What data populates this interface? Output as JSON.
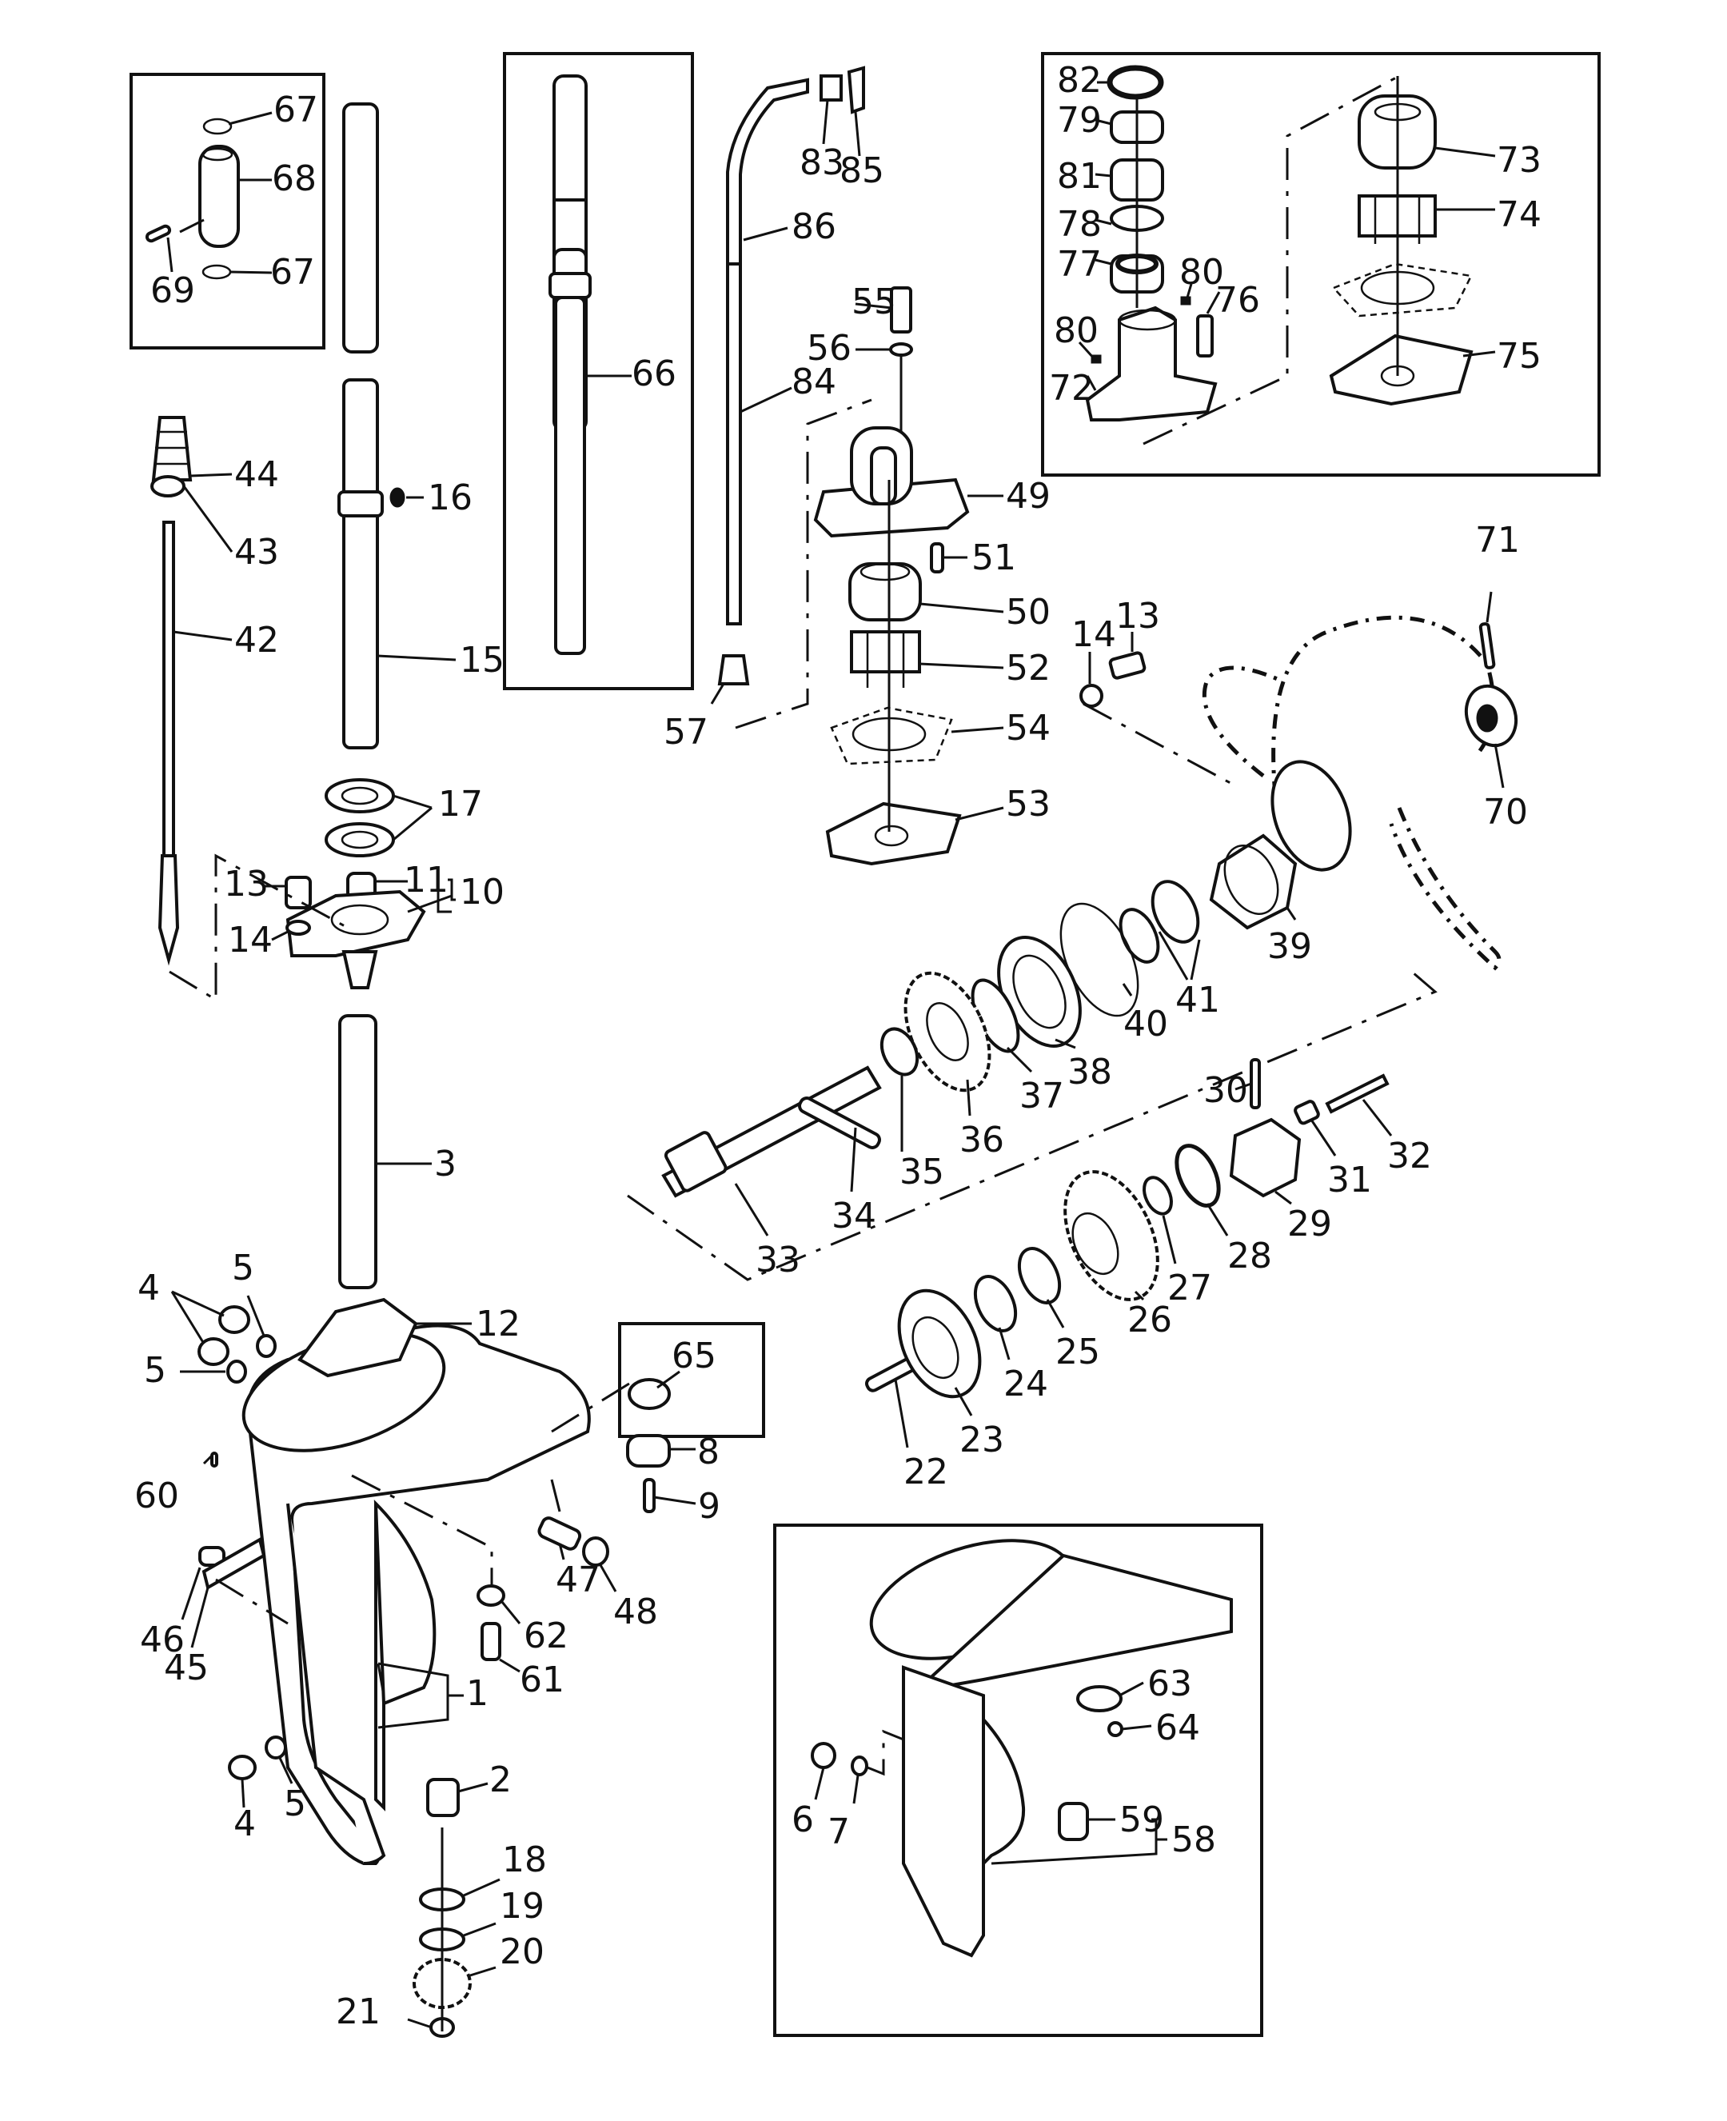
{
  "diagram": {
    "title": "Lower unit exploded parts diagram",
    "callouts": [
      {
        "id": "c1",
        "text": "1"
      },
      {
        "id": "c2",
        "text": "2"
      },
      {
        "id": "c3",
        "text": "3"
      },
      {
        "id": "c4a",
        "text": "4"
      },
      {
        "id": "c4b",
        "text": "4"
      },
      {
        "id": "c5a",
        "text": "5"
      },
      {
        "id": "c5b",
        "text": "5"
      },
      {
        "id": "c5c",
        "text": "5"
      },
      {
        "id": "c6",
        "text": "6"
      },
      {
        "id": "c7",
        "text": "7"
      },
      {
        "id": "c8",
        "text": "8"
      },
      {
        "id": "c9",
        "text": "9"
      },
      {
        "id": "c10",
        "text": "10"
      },
      {
        "id": "c11",
        "text": "11"
      },
      {
        "id": "c12",
        "text": "12"
      },
      {
        "id": "c13a",
        "text": "13"
      },
      {
        "id": "c13b",
        "text": "13"
      },
      {
        "id": "c14a",
        "text": "14"
      },
      {
        "id": "c14b",
        "text": "14"
      },
      {
        "id": "c15",
        "text": "15"
      },
      {
        "id": "c16",
        "text": "16"
      },
      {
        "id": "c17",
        "text": "17"
      },
      {
        "id": "c18",
        "text": "18"
      },
      {
        "id": "c19",
        "text": "19"
      },
      {
        "id": "c20",
        "text": "20"
      },
      {
        "id": "c21",
        "text": "21"
      },
      {
        "id": "c22",
        "text": "22"
      },
      {
        "id": "c23",
        "text": "23"
      },
      {
        "id": "c24",
        "text": "24"
      },
      {
        "id": "c25",
        "text": "25"
      },
      {
        "id": "c26",
        "text": "26"
      },
      {
        "id": "c27",
        "text": "27"
      },
      {
        "id": "c28",
        "text": "28"
      },
      {
        "id": "c29",
        "text": "29"
      },
      {
        "id": "c30",
        "text": "30"
      },
      {
        "id": "c31",
        "text": "31"
      },
      {
        "id": "c32",
        "text": "32"
      },
      {
        "id": "c33",
        "text": "33"
      },
      {
        "id": "c34",
        "text": "34"
      },
      {
        "id": "c35",
        "text": "35"
      },
      {
        "id": "c36",
        "text": "36"
      },
      {
        "id": "c37",
        "text": "37"
      },
      {
        "id": "c38",
        "text": "38"
      },
      {
        "id": "c39",
        "text": "39"
      },
      {
        "id": "c40",
        "text": "40"
      },
      {
        "id": "c41",
        "text": "41"
      },
      {
        "id": "c42",
        "text": "42"
      },
      {
        "id": "c43",
        "text": "43"
      },
      {
        "id": "c44",
        "text": "44"
      },
      {
        "id": "c45",
        "text": "45"
      },
      {
        "id": "c46",
        "text": "46"
      },
      {
        "id": "c47",
        "text": "47"
      },
      {
        "id": "c48",
        "text": "48"
      },
      {
        "id": "c49",
        "text": "49"
      },
      {
        "id": "c50",
        "text": "50"
      },
      {
        "id": "c51",
        "text": "51"
      },
      {
        "id": "c52",
        "text": "52"
      },
      {
        "id": "c53",
        "text": "53"
      },
      {
        "id": "c54",
        "text": "54"
      },
      {
        "id": "c55",
        "text": "55"
      },
      {
        "id": "c56",
        "text": "56"
      },
      {
        "id": "c57",
        "text": "57"
      },
      {
        "id": "c58",
        "text": "58"
      },
      {
        "id": "c59",
        "text": "59"
      },
      {
        "id": "c60",
        "text": "60"
      },
      {
        "id": "c61",
        "text": "61"
      },
      {
        "id": "c62",
        "text": "62"
      },
      {
        "id": "c63",
        "text": "63"
      },
      {
        "id": "c64",
        "text": "64"
      },
      {
        "id": "c65",
        "text": "65"
      },
      {
        "id": "c66",
        "text": "66"
      },
      {
        "id": "c67a",
        "text": "67"
      },
      {
        "id": "c67b",
        "text": "67"
      },
      {
        "id": "c68",
        "text": "68"
      },
      {
        "id": "c69",
        "text": "69"
      },
      {
        "id": "c70",
        "text": "70"
      },
      {
        "id": "c71",
        "text": "71"
      },
      {
        "id": "c72",
        "text": "72"
      },
      {
        "id": "c73",
        "text": "73"
      },
      {
        "id": "c74",
        "text": "74"
      },
      {
        "id": "c75",
        "text": "75"
      },
      {
        "id": "c76",
        "text": "76"
      },
      {
        "id": "c77",
        "text": "77"
      },
      {
        "id": "c78",
        "text": "78"
      },
      {
        "id": "c79",
        "text": "79"
      },
      {
        "id": "c80a",
        "text": "80"
      },
      {
        "id": "c80b",
        "text": "80"
      },
      {
        "id": "c81",
        "text": "81"
      },
      {
        "id": "c82",
        "text": "82"
      },
      {
        "id": "c83",
        "text": "83"
      },
      {
        "id": "c84",
        "text": "84"
      },
      {
        "id": "c85",
        "text": "85"
      },
      {
        "id": "c86",
        "text": "86"
      }
    ]
  }
}
